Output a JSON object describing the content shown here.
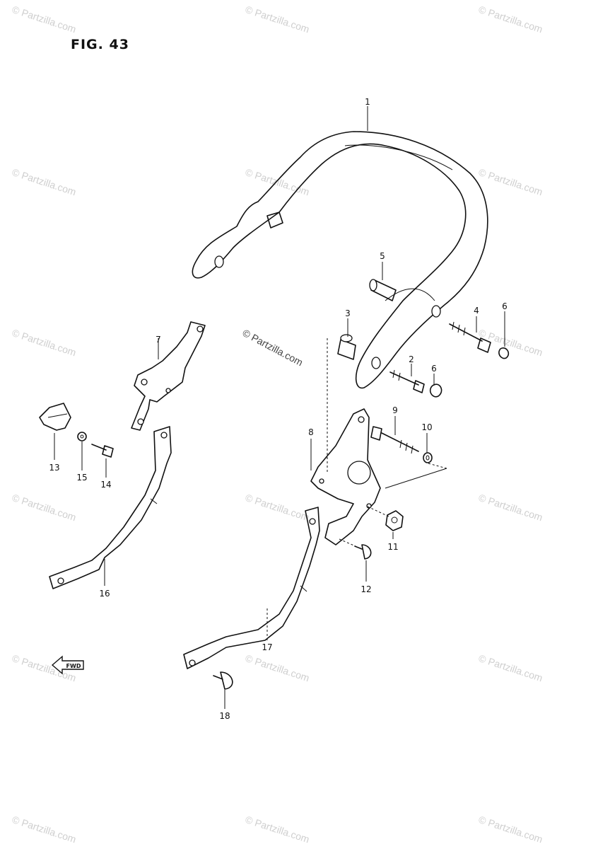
{
  "figure": {
    "title": "FIG. 43"
  },
  "watermark": {
    "text": "© Partzilla.com"
  },
  "parts": [
    {
      "num": "1"
    },
    {
      "num": "2"
    },
    {
      "num": "3"
    },
    {
      "num": "4"
    },
    {
      "num": "5"
    },
    {
      "num": "6"
    },
    {
      "num": "6"
    },
    {
      "num": "7"
    },
    {
      "num": "8"
    },
    {
      "num": "9"
    },
    {
      "num": "10"
    },
    {
      "num": "11"
    },
    {
      "num": "12"
    },
    {
      "num": "13"
    },
    {
      "num": "14"
    },
    {
      "num": "15"
    },
    {
      "num": "16"
    },
    {
      "num": "17"
    },
    {
      "num": "18"
    }
  ],
  "front_arrow": {
    "label": "FWD",
    "icon": "front-direction-arrow-icon"
  }
}
